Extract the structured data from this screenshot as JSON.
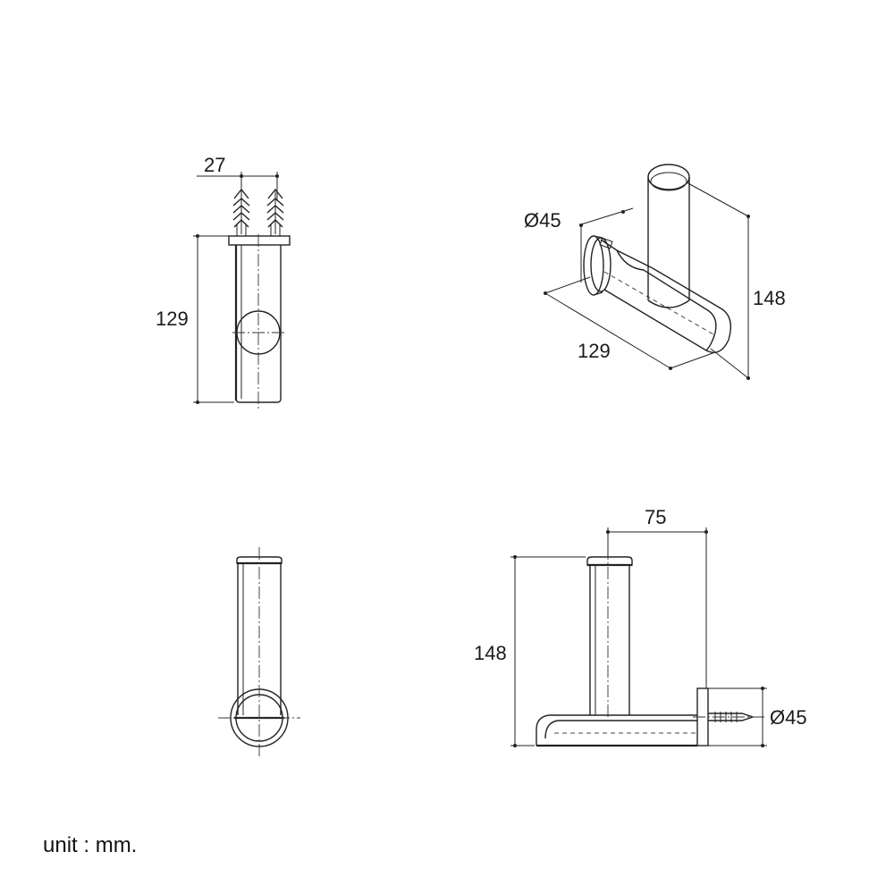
{
  "views": {
    "top_left": {
      "width_label": "27",
      "height_label": "129"
    },
    "top_right": {
      "diameter_label": "Ø45",
      "length_label": "129",
      "height_label": "148"
    },
    "bottom_left": {},
    "bottom_right": {
      "depth_label": "75",
      "height_label": "148",
      "diameter_label": "Ø45"
    }
  },
  "unit_label": "unit : mm."
}
